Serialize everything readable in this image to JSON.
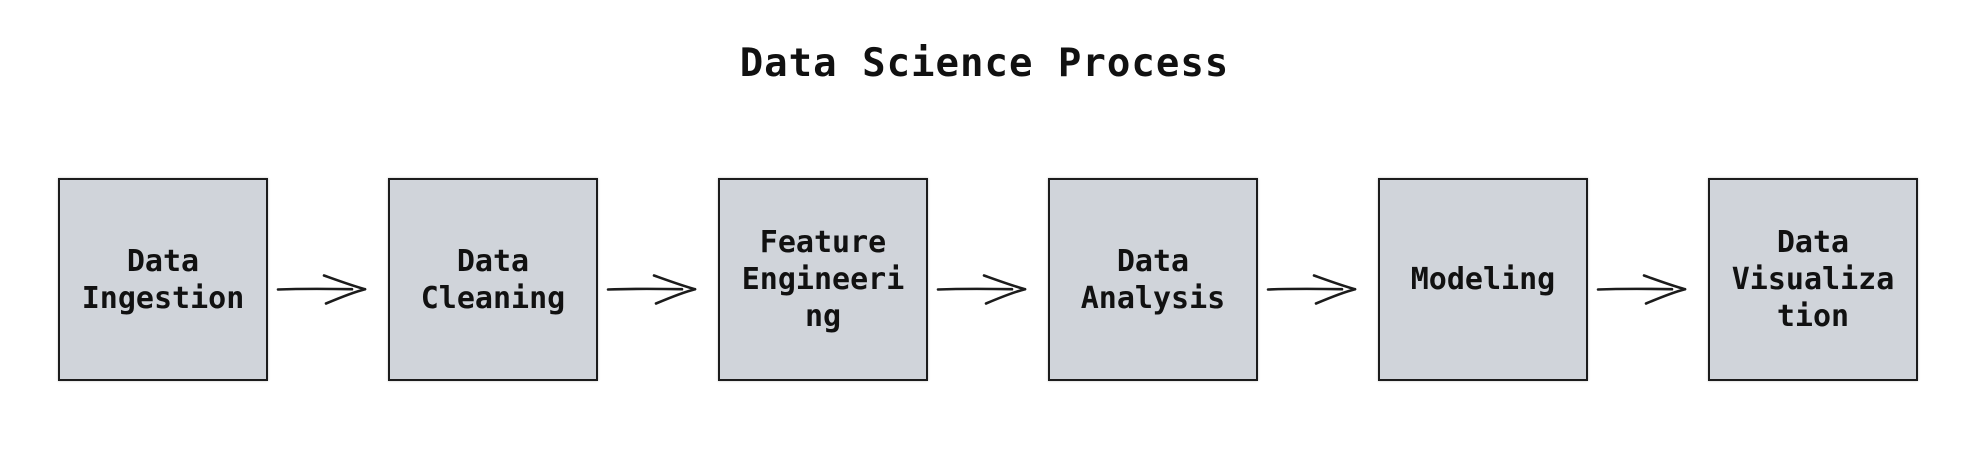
{
  "diagram": {
    "title": "Data Science Process",
    "nodes": [
      {
        "id": "data-ingestion",
        "label": "Data\nIngestion"
      },
      {
        "id": "data-cleaning",
        "label": "Data\nCleaning"
      },
      {
        "id": "feature-engineering",
        "label": "Feature\nEngineeri\nng"
      },
      {
        "id": "data-analysis",
        "label": "Data\nAnalysis"
      },
      {
        "id": "modeling",
        "label": "Modeling"
      },
      {
        "id": "data-visualization",
        "label": "Data\nVisualiza\ntion"
      }
    ],
    "edges": [
      {
        "from": "Data Ingestion",
        "to": "Data Cleaning"
      },
      {
        "from": "Data Cleaning",
        "to": "Feature Engineering"
      },
      {
        "from": "Feature Engineering",
        "to": "Data Analysis"
      },
      {
        "from": "Data Analysis",
        "to": "Modeling"
      },
      {
        "from": "Modeling",
        "to": "Data Visualization"
      }
    ],
    "colors": {
      "node_fill": "#d0d4da",
      "node_border": "#1c1c1c",
      "arrow": "#1c1c1c",
      "text": "#111111",
      "background": "#ffffff"
    }
  }
}
